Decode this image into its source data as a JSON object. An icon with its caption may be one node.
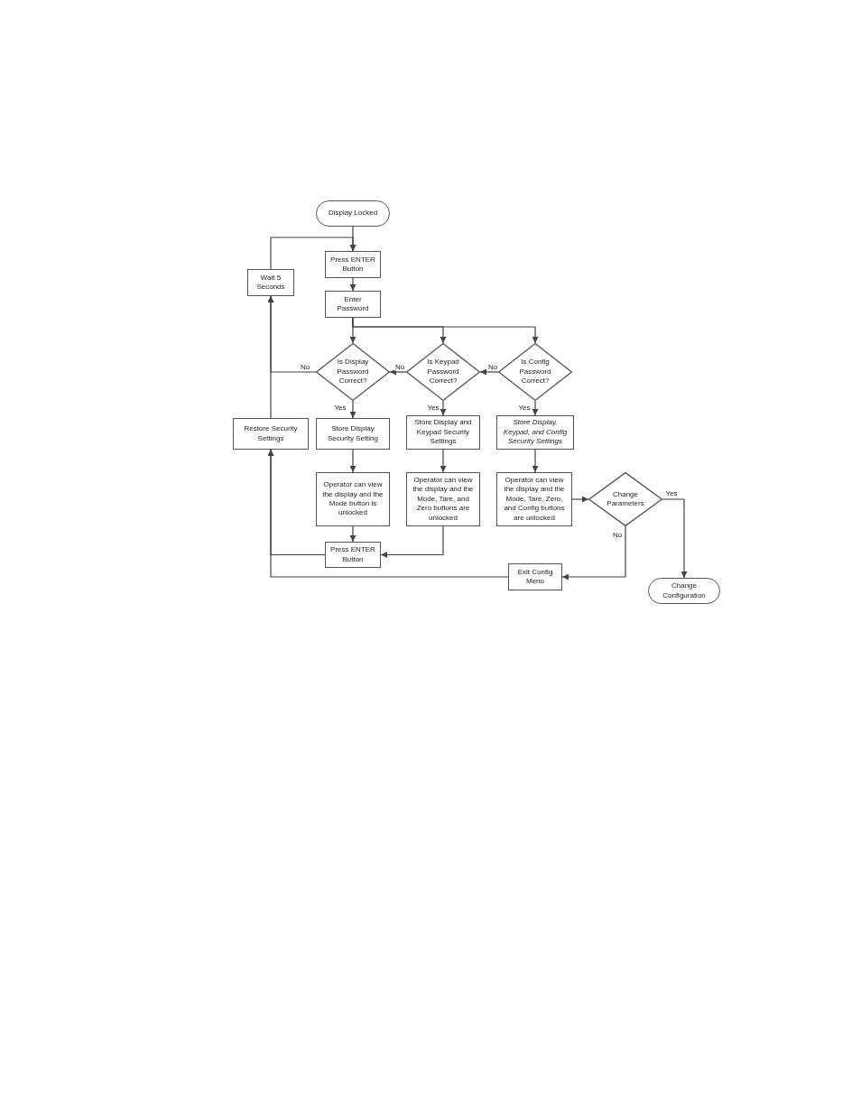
{
  "diagram": {
    "nodes": [
      {
        "text": [
          "Display Locked"
        ]
      },
      {
        "text": [
          "Press ENTER Button"
        ]
      },
      {
        "text": [
          "Enter Password"
        ]
      },
      {
        "text": [
          "Wait 5 Seconds"
        ]
      },
      {
        "text": [
          "Is Display Password Correct?"
        ]
      },
      {
        "text": [
          "Is Keypad Password Correct?"
        ]
      },
      {
        "text": [
          "Is Config Password Correct?"
        ]
      },
      {
        "text": [
          "Restore Security Settings"
        ]
      },
      {
        "text": [
          "Store Display Security Setting"
        ]
      },
      {
        "text": [
          "Store Display and Keypad Security Settings"
        ]
      },
      {
        "text": [
          "Store Display, Keypad, and Config Security Settings"
        ]
      },
      {
        "text": [
          "Operator can view the display and the Mode button is unlocked"
        ]
      },
      {
        "text": [
          "Operator can view the display and the Mode, Tare, and Zero buttons are unlocked"
        ]
      },
      {
        "text": [
          "Operator can view the display and the Mode, Tare, Zero, and Config buttons are unlocked"
        ]
      },
      {
        "text": [
          "Change Parameters"
        ]
      },
      {
        "text": [
          "Press ENTER Button"
        ]
      },
      {
        "text": [
          "Exit Config Menu"
        ]
      },
      {
        "text": [
          "Change Configuration"
        ]
      }
    ],
    "edges": [
      {
        "from": 0,
        "to": 1,
        "arrow": "to"
      },
      {
        "from": 3,
        "to": 1,
        "arrow": "to"
      },
      {
        "from": 1,
        "to": 2,
        "arrow": "to"
      },
      {
        "from": 2,
        "to": 4,
        "arrow": "to"
      },
      {
        "from": 2,
        "to": 5,
        "arrow": "to"
      },
      {
        "from": 2,
        "to": 6,
        "arrow": "to"
      },
      {
        "from": 6,
        "to": 5,
        "arrow": "to",
        "label": "No"
      },
      {
        "from": 5,
        "to": 4,
        "arrow": "to",
        "label": "No"
      },
      {
        "from": 4,
        "to": 3,
        "arrow": "to",
        "label": "No"
      },
      {
        "from": 4,
        "to": 8,
        "arrow": "to",
        "label": "Yes"
      },
      {
        "from": 5,
        "to": 9,
        "arrow": "to",
        "label": "Yes"
      },
      {
        "from": 6,
        "to": 10,
        "arrow": "to",
        "label": "Yes"
      },
      {
        "from": 8,
        "to": 11,
        "arrow": "to"
      },
      {
        "from": 9,
        "to": 12,
        "arrow": "to"
      },
      {
        "from": 10,
        "to": 13,
        "arrow": "to"
      },
      {
        "from": 11,
        "to": 15,
        "arrow": "to"
      },
      {
        "from": 12,
        "to": 15,
        "arrow": "to"
      },
      {
        "from": 15,
        "to": 7,
        "arrow": "to"
      },
      {
        "from": 7,
        "to": 3,
        "arrow": "to"
      },
      {
        "from": 13,
        "to": 14,
        "arrow": "to"
      },
      {
        "from": 14,
        "to": 17,
        "arrow": "to",
        "label": "Yes"
      },
      {
        "from": 14,
        "to": 16,
        "arrow": "to",
        "label": "No"
      },
      {
        "from": 16,
        "to": 7,
        "arrow": "to"
      }
    ]
  }
}
